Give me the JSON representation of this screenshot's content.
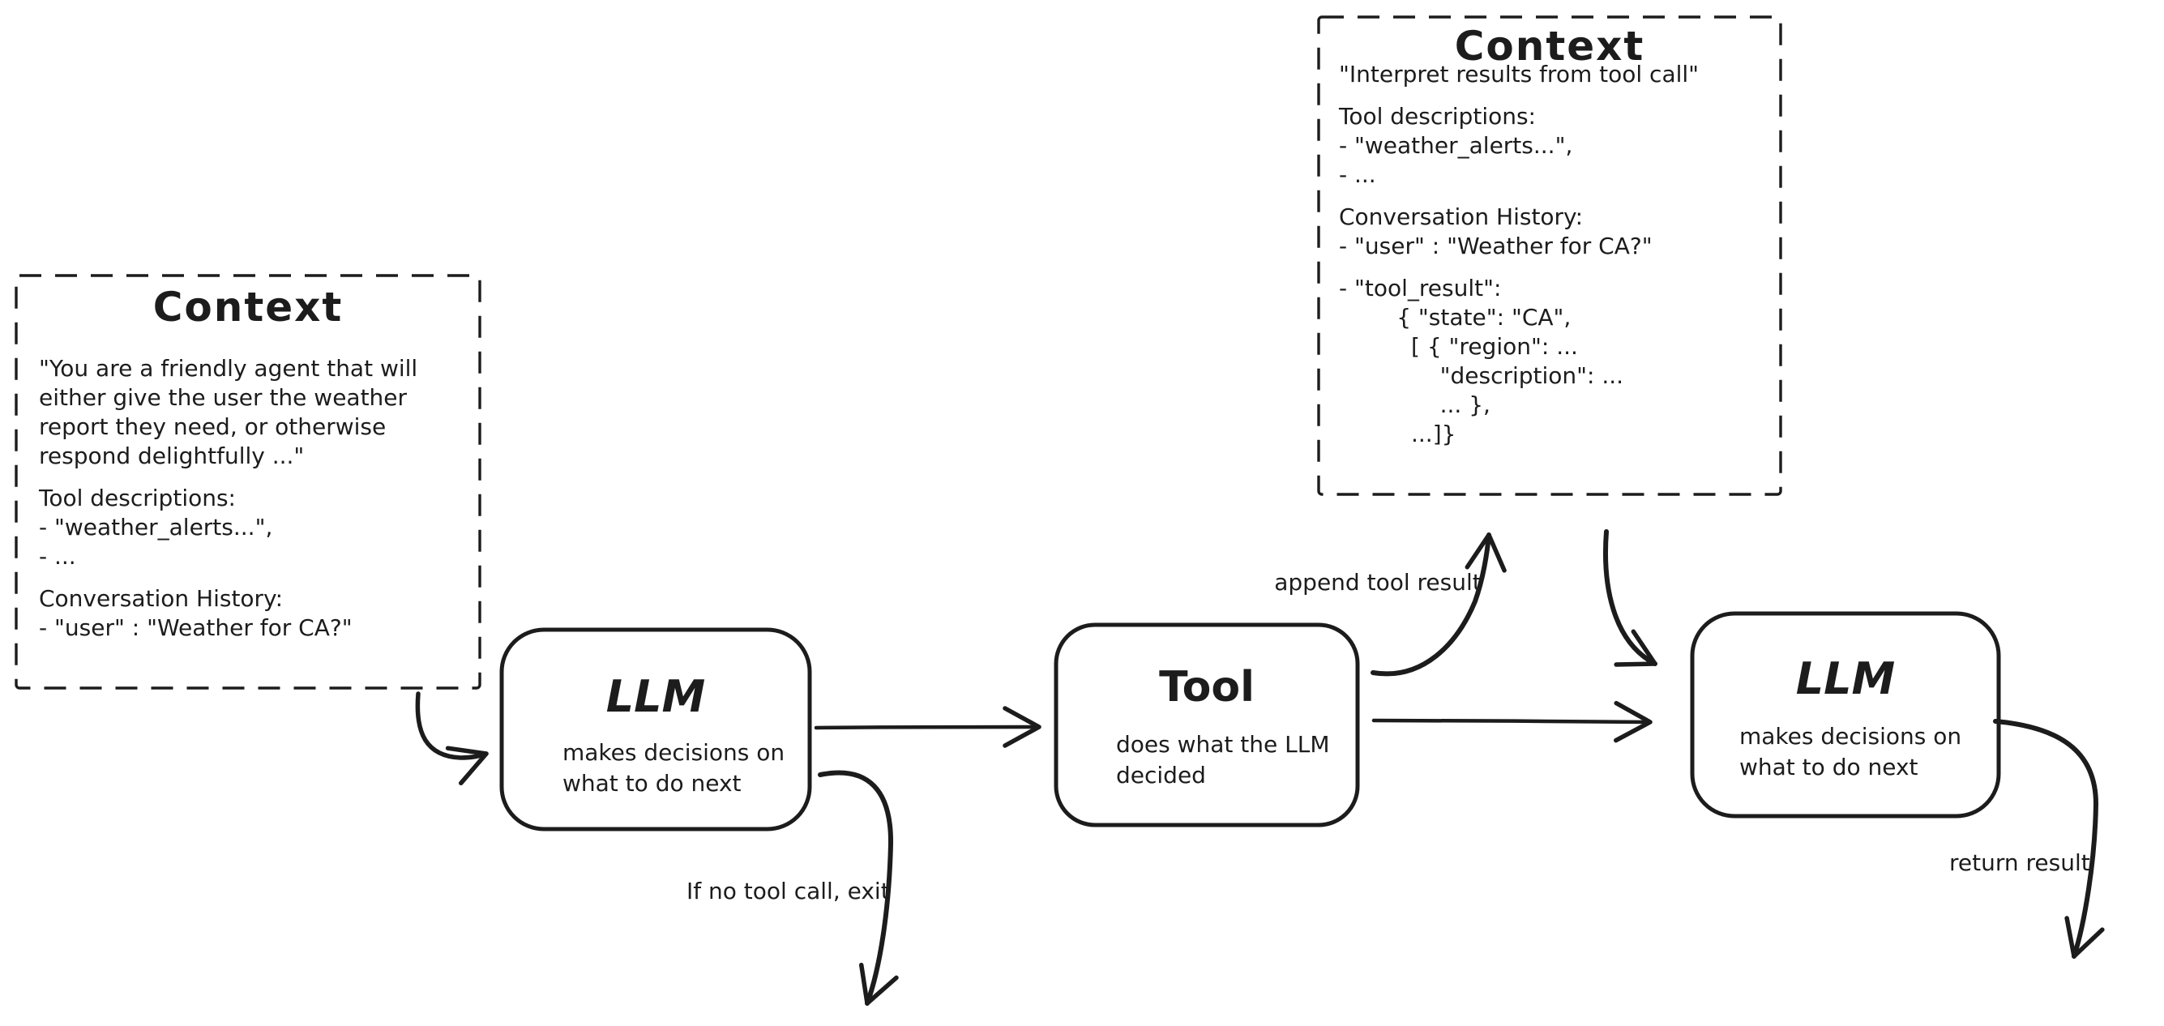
{
  "colors": {
    "ink": "#1c1c1c",
    "background": "#ffffff"
  },
  "context_left": {
    "title": "Context",
    "p1": [
      "\"You are a friendly agent that will",
      "either give the user the weather",
      "report they need, or otherwise",
      "respond delightfully ...\""
    ],
    "p2": [
      "Tool descriptions:",
      "- \"weather_alerts...\",",
      "- ..."
    ],
    "p3": [
      "Conversation History:",
      "- \"user\" : \"Weather for CA?\""
    ]
  },
  "context_top": {
    "title": "Context",
    "p1": [
      "\"Interpret results from tool call\""
    ],
    "p2": [
      "Tool descriptions:",
      "- \"weather_alerts...\",",
      "- ..."
    ],
    "p3": [
      "Conversation History:",
      "- \"user\" : \"Weather for CA?\""
    ],
    "p4": [
      "- \"tool_result\":",
      "        { \"state\": \"CA\",",
      "          [ { \"region\": ...",
      "              \"description\": ...",
      "              ... },",
      "          ...]}"
    ]
  },
  "llm1": {
    "title": "LLM",
    "subtitle": [
      "makes decisions on",
      "what to do next"
    ]
  },
  "tool": {
    "title": "Tool",
    "subtitle": [
      "does what the LLM",
      "decided"
    ]
  },
  "llm2": {
    "title": "LLM",
    "subtitle": [
      "makes decisions on",
      "what to do next"
    ]
  },
  "labels": {
    "append": "append tool result",
    "exit": "If no tool call, exit",
    "return": "return result"
  }
}
